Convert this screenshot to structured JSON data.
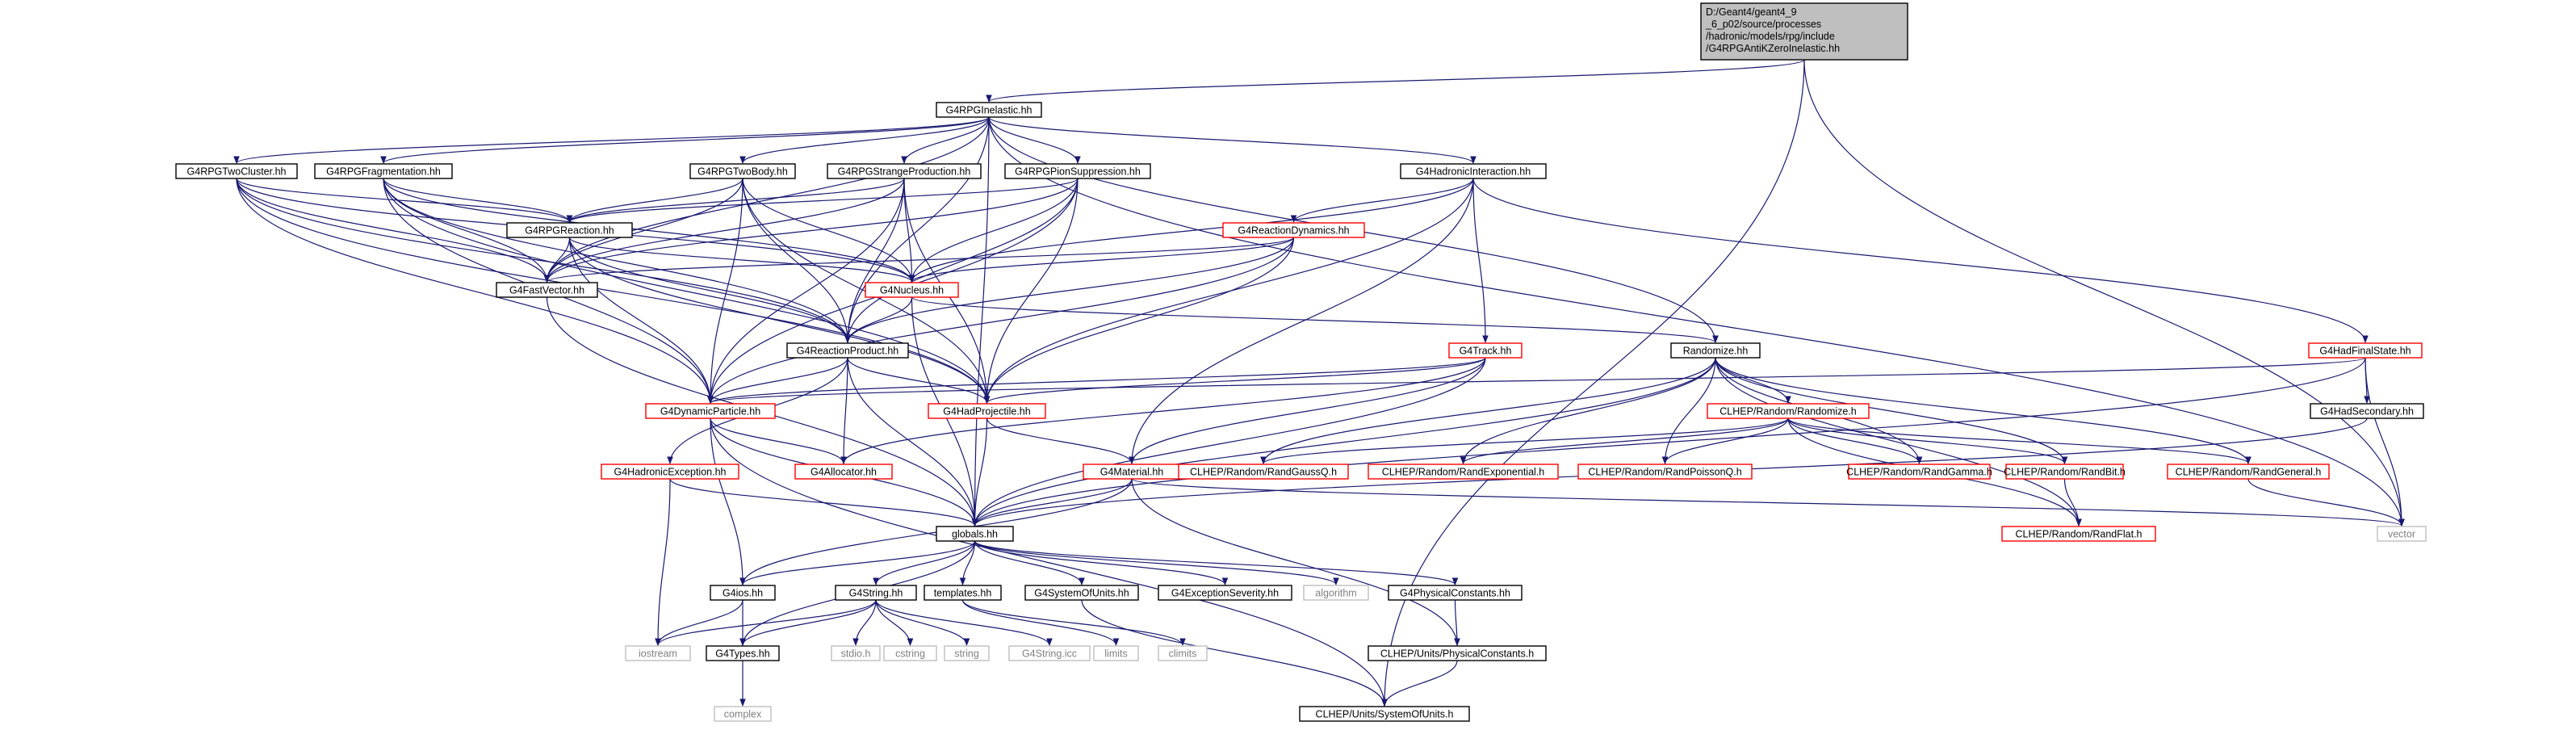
{
  "graph": {
    "nodes": [
      {
        "id": "root",
        "label": "D:/Geant4/geant4_9_6_p02/source/processes/hadronic/models/rpg/include/G4RPGAntiKZeroInelastic.hh",
        "style": "root"
      },
      {
        "id": "rpginel",
        "label": "G4RPGInelastic.hh",
        "style": "black"
      },
      {
        "id": "twocluster",
        "label": "G4RPGTwoCluster.hh",
        "style": "black"
      },
      {
        "id": "frag",
        "label": "G4RPGFragmentation.hh",
        "style": "black"
      },
      {
        "id": "twobody",
        "label": "G4RPGTwoBody.hh",
        "style": "black"
      },
      {
        "id": "strange",
        "label": "G4RPGStrangeProduction.hh",
        "style": "black"
      },
      {
        "id": "pion",
        "label": "G4RPGPionSuppression.hh",
        "style": "black"
      },
      {
        "id": "hadint",
        "label": "G4HadronicInteraction.hh",
        "style": "black"
      },
      {
        "id": "reaction",
        "label": "G4RPGReaction.hh",
        "style": "black"
      },
      {
        "id": "reacdyn",
        "label": "G4ReactionDynamics.hh",
        "style": "red"
      },
      {
        "id": "fastvec",
        "label": "G4FastVector.hh",
        "style": "black"
      },
      {
        "id": "nucleus",
        "label": "G4Nucleus.hh",
        "style": "red"
      },
      {
        "id": "reacprod",
        "label": "G4ReactionProduct.hh",
        "style": "black"
      },
      {
        "id": "track",
        "label": "G4Track.hh",
        "style": "red"
      },
      {
        "id": "randomize",
        "label": "Randomize.hh",
        "style": "black"
      },
      {
        "id": "hadfinal",
        "label": "G4HadFinalState.hh",
        "style": "red"
      },
      {
        "id": "dynpart",
        "label": "G4DynamicParticle.hh",
        "style": "red"
      },
      {
        "id": "hadproj",
        "label": "G4HadProjectile.hh",
        "style": "red"
      },
      {
        "id": "clhepRand",
        "label": "CLHEP/Random/Randomize.h",
        "style": "red"
      },
      {
        "id": "hadsec",
        "label": "G4HadSecondary.hh",
        "style": "black"
      },
      {
        "id": "hadexc",
        "label": "G4HadronicException.hh",
        "style": "red"
      },
      {
        "id": "alloc",
        "label": "G4Allocator.hh",
        "style": "red"
      },
      {
        "id": "material",
        "label": "G4Material.hh",
        "style": "red"
      },
      {
        "id": "gauss",
        "label": "CLHEP/Random/RandGaussQ.h",
        "style": "red"
      },
      {
        "id": "expo",
        "label": "CLHEP/Random/RandExponential.h",
        "style": "red"
      },
      {
        "id": "poisson",
        "label": "CLHEP/Random/RandPoissonQ.h",
        "style": "red"
      },
      {
        "id": "gamma",
        "label": "CLHEP/Random/RandGamma.h",
        "style": "red"
      },
      {
        "id": "randbit",
        "label": "CLHEP/Random/RandBit.h",
        "style": "red"
      },
      {
        "id": "randgen",
        "label": "CLHEP/Random/RandGeneral.h",
        "style": "red"
      },
      {
        "id": "globals",
        "label": "globals.hh",
        "style": "black"
      },
      {
        "id": "randflat",
        "label": "CLHEP/Random/RandFlat.h",
        "style": "red"
      },
      {
        "id": "vector",
        "label": "vector",
        "style": "grey"
      },
      {
        "id": "g4ios",
        "label": "G4ios.hh",
        "style": "black"
      },
      {
        "id": "g4string",
        "label": "G4String.hh",
        "style": "black"
      },
      {
        "id": "templates",
        "label": "templates.hh",
        "style": "black"
      },
      {
        "id": "sysunits",
        "label": "G4SystemOfUnits.hh",
        "style": "black"
      },
      {
        "id": "excsev",
        "label": "G4ExceptionSeverity.hh",
        "style": "black"
      },
      {
        "id": "algorithm",
        "label": "algorithm",
        "style": "grey"
      },
      {
        "id": "physconst",
        "label": "G4PhysicalConstants.hh",
        "style": "black"
      },
      {
        "id": "iostream",
        "label": "iostream",
        "style": "grey"
      },
      {
        "id": "g4types",
        "label": "G4Types.hh",
        "style": "black"
      },
      {
        "id": "stdio",
        "label": "stdio.h",
        "style": "grey"
      },
      {
        "id": "cstring",
        "label": "cstring",
        "style": "grey"
      },
      {
        "id": "string",
        "label": "string",
        "style": "grey"
      },
      {
        "id": "stringicc",
        "label": "G4String.icc",
        "style": "grey"
      },
      {
        "id": "limits",
        "label": "limits",
        "style": "grey"
      },
      {
        "id": "climits",
        "label": "climits",
        "style": "grey"
      },
      {
        "id": "clhepPhys",
        "label": "CLHEP/Units/PhysicalConstants.h",
        "style": "black"
      },
      {
        "id": "complex",
        "label": "complex",
        "style": "grey"
      },
      {
        "id": "clhepUnits",
        "label": "CLHEP/Units/SystemOfUnits.h",
        "style": "black"
      }
    ],
    "edges": [
      [
        "root",
        "rpginel"
      ],
      [
        "root",
        "vector"
      ],
      [
        "root",
        "clhepUnits"
      ],
      [
        "rpginel",
        "twocluster"
      ],
      [
        "rpginel",
        "frag"
      ],
      [
        "rpginel",
        "twobody"
      ],
      [
        "rpginel",
        "strange"
      ],
      [
        "rpginel",
        "pion"
      ],
      [
        "rpginel",
        "hadint"
      ],
      [
        "rpginel",
        "fastvec"
      ],
      [
        "rpginel",
        "reacprod"
      ],
      [
        "rpginel",
        "randomize"
      ],
      [
        "rpginel",
        "globals"
      ],
      [
        "rpginel",
        "vector"
      ],
      [
        "twocluster",
        "reaction"
      ],
      [
        "twocluster",
        "fastvec"
      ],
      [
        "twocluster",
        "nucleus"
      ],
      [
        "twocluster",
        "reacprod"
      ],
      [
        "twocluster",
        "dynpart"
      ],
      [
        "twocluster",
        "hadproj"
      ],
      [
        "frag",
        "reaction"
      ],
      [
        "frag",
        "fastvec"
      ],
      [
        "frag",
        "nucleus"
      ],
      [
        "frag",
        "reacprod"
      ],
      [
        "frag",
        "dynpart"
      ],
      [
        "frag",
        "hadproj"
      ],
      [
        "twobody",
        "reaction"
      ],
      [
        "twobody",
        "fastvec"
      ],
      [
        "twobody",
        "nucleus"
      ],
      [
        "twobody",
        "reacprod"
      ],
      [
        "twobody",
        "dynpart"
      ],
      [
        "twobody",
        "hadproj"
      ],
      [
        "strange",
        "reaction"
      ],
      [
        "strange",
        "fastvec"
      ],
      [
        "strange",
        "nucleus"
      ],
      [
        "strange",
        "reacprod"
      ],
      [
        "strange",
        "dynpart"
      ],
      [
        "strange",
        "hadproj"
      ],
      [
        "pion",
        "reaction"
      ],
      [
        "pion",
        "fastvec"
      ],
      [
        "pion",
        "nucleus"
      ],
      [
        "pion",
        "reacprod"
      ],
      [
        "pion",
        "dynpart"
      ],
      [
        "pion",
        "hadproj"
      ],
      [
        "hadint",
        "reacdyn"
      ],
      [
        "hadint",
        "nucleus"
      ],
      [
        "hadint",
        "track"
      ],
      [
        "hadint",
        "hadfinal"
      ],
      [
        "hadint",
        "hadproj"
      ],
      [
        "hadint",
        "material"
      ],
      [
        "reaction",
        "fastvec"
      ],
      [
        "reaction",
        "nucleus"
      ],
      [
        "reaction",
        "reacprod"
      ],
      [
        "reaction",
        "dynpart"
      ],
      [
        "reaction",
        "hadproj"
      ],
      [
        "reacdyn",
        "fastvec"
      ],
      [
        "reacdyn",
        "nucleus"
      ],
      [
        "reacdyn",
        "reacprod"
      ],
      [
        "reacdyn",
        "dynpart"
      ],
      [
        "reacdyn",
        "hadproj"
      ],
      [
        "fastvec",
        "globals"
      ],
      [
        "nucleus",
        "reacprod"
      ],
      [
        "nucleus",
        "randomize"
      ],
      [
        "nucleus",
        "globals"
      ],
      [
        "reacprod",
        "dynpart"
      ],
      [
        "reacprod",
        "hadproj"
      ],
      [
        "reacprod",
        "alloc"
      ],
      [
        "reacprod",
        "globals"
      ],
      [
        "reacprod",
        "hadexc"
      ],
      [
        "track",
        "dynpart"
      ],
      [
        "track",
        "hadproj"
      ],
      [
        "track",
        "material"
      ],
      [
        "track",
        "alloc"
      ],
      [
        "track",
        "globals"
      ],
      [
        "randomize",
        "clhepRand"
      ],
      [
        "randomize",
        "gauss"
      ],
      [
        "randomize",
        "expo"
      ],
      [
        "randomize",
        "poisson"
      ],
      [
        "randomize",
        "gamma"
      ],
      [
        "randomize",
        "randbit"
      ],
      [
        "randomize",
        "randgen"
      ],
      [
        "randomize",
        "randflat"
      ],
      [
        "randomize",
        "globals"
      ],
      [
        "hadfinal",
        "dynpart"
      ],
      [
        "hadfinal",
        "hadsec"
      ],
      [
        "hadfinal",
        "vector"
      ],
      [
        "hadfinal",
        "globals"
      ],
      [
        "hadsec",
        "globals"
      ],
      [
        "clhepRand",
        "gauss"
      ],
      [
        "clhepRand",
        "expo"
      ],
      [
        "clhepRand",
        "poisson"
      ],
      [
        "clhepRand",
        "gamma"
      ],
      [
        "clhepRand",
        "randbit"
      ],
      [
        "clhepRand",
        "randgen"
      ],
      [
        "clhepRand",
        "randflat"
      ],
      [
        "dynpart",
        "g4ios"
      ],
      [
        "dynpart",
        "globals"
      ],
      [
        "dynpart",
        "alloc"
      ],
      [
        "dynpart",
        "clhepUnits"
      ],
      [
        "hadproj",
        "globals"
      ],
      [
        "hadproj",
        "material"
      ],
      [
        "hadexc",
        "iostream"
      ],
      [
        "hadexc",
        "globals"
      ],
      [
        "material",
        "globals"
      ],
      [
        "material",
        "g4ios"
      ],
      [
        "material",
        "vector"
      ],
      [
        "material",
        "clhepPhys"
      ],
      [
        "randbit",
        "randflat"
      ],
      [
        "randgen",
        "vector"
      ],
      [
        "globals",
        "g4ios"
      ],
      [
        "globals",
        "g4string"
      ],
      [
        "globals",
        "templates"
      ],
      [
        "globals",
        "sysunits"
      ],
      [
        "globals",
        "excsev"
      ],
      [
        "globals",
        "algorithm"
      ],
      [
        "globals",
        "physconst"
      ],
      [
        "globals",
        "g4types"
      ],
      [
        "g4ios",
        "iostream"
      ],
      [
        "g4ios",
        "g4types"
      ],
      [
        "g4string",
        "iostream"
      ],
      [
        "g4string",
        "g4types"
      ],
      [
        "g4string",
        "stdio"
      ],
      [
        "g4string",
        "cstring"
      ],
      [
        "g4string",
        "string"
      ],
      [
        "g4string",
        "stringicc"
      ],
      [
        "templates",
        "limits"
      ],
      [
        "templates",
        "climits"
      ],
      [
        "sysunits",
        "clhepUnits"
      ],
      [
        "physconst",
        "clhepPhys"
      ],
      [
        "clhepPhys",
        "clhepUnits"
      ],
      [
        "g4types",
        "complex"
      ]
    ]
  },
  "colors": {
    "edge": "#191970",
    "black_border": "#000000",
    "red_border": "#ff0000",
    "grey_border": "#bfbfbf",
    "grey_text": "#808080",
    "root_fill": "#bfbfbf",
    "text": "#000000"
  }
}
